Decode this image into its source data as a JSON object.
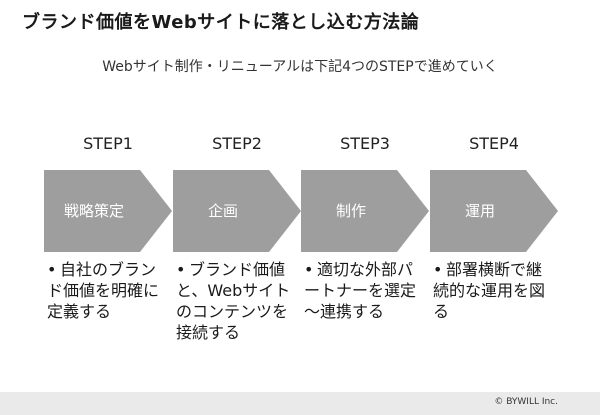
{
  "slide": {
    "title": "ブランド価値をWebサイトに落とし込む方法論",
    "subtitle": "Webサイト制作・リニューアルは下記4つのSTEPで進めていく"
  },
  "steps": [
    {
      "label": "STEP1",
      "phase": "戦略策定",
      "description": "自社のブランド価値を明確に定義する"
    },
    {
      "label": "STEP2",
      "phase": "企画",
      "description": "ブランド価値と、Webサイトのコンテンツを接続する"
    },
    {
      "label": "STEP3",
      "phase": "制作",
      "description": "適切な外部パートナーを選定～連携する"
    },
    {
      "label": "STEP4",
      "phase": "運用",
      "description": "部署横断で継続的な運用を図る"
    }
  ],
  "footer": {
    "copyright": "© BYWILL Inc."
  },
  "colors": {
    "chevron": "#9e9e9e",
    "chevron_text": "#ffffff",
    "footer_bg": "#eaeaea"
  }
}
